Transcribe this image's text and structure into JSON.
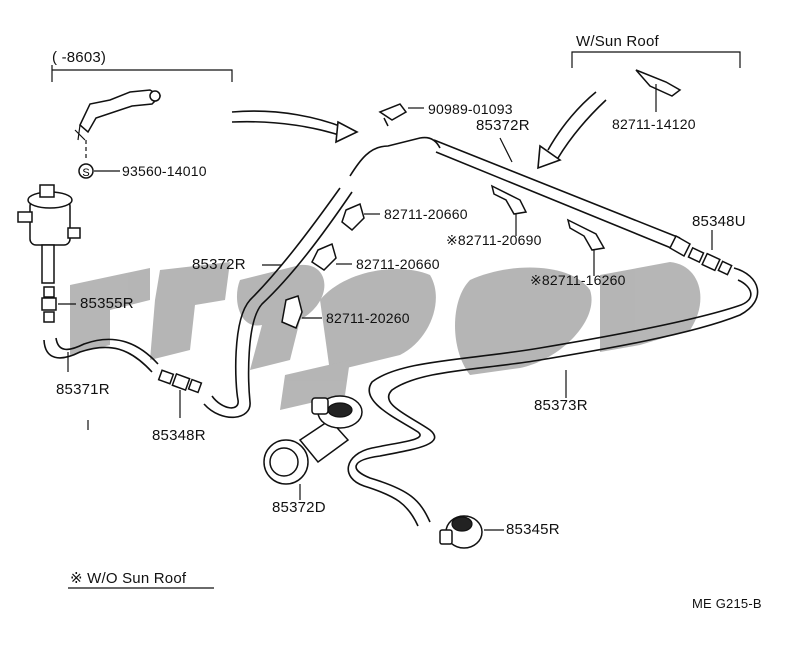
{
  "diagram": {
    "header_left": "(       -8603)",
    "header_right": "W/Sun Roof",
    "footer_note": "※ W/O Sun Roof",
    "figure_code": "ME G215-B",
    "watermark_color": "#a9a9a9",
    "parts": [
      {
        "id": "p_90989",
        "text": "90989-01093"
      },
      {
        "id": "p_85372R_top",
        "text": "85372R"
      },
      {
        "id": "p_82711_14120",
        "text": "82711-14120"
      },
      {
        "id": "p_93560",
        "text": "93560-14010"
      },
      {
        "id": "p_82711_20660_a",
        "text": "82711-20660"
      },
      {
        "id": "p_82711_20690",
        "text": "※82711-20690"
      },
      {
        "id": "p_85348U",
        "text": "85348U"
      },
      {
        "id": "p_85372R_mid",
        "text": "85372R"
      },
      {
        "id": "p_82711_20660_b",
        "text": "82711-20660"
      },
      {
        "id": "p_82711_16260",
        "text": "※82711-16260"
      },
      {
        "id": "p_85355R",
        "text": "85355R"
      },
      {
        "id": "p_82711_20260",
        "text": "82711-20260"
      },
      {
        "id": "p_85371R",
        "text": "85371R"
      },
      {
        "id": "p_85373R",
        "text": "85373R"
      },
      {
        "id": "p_85348R",
        "text": "85348R"
      },
      {
        "id": "p_85372D",
        "text": "85372D"
      },
      {
        "id": "p_85345R",
        "text": "85345R"
      }
    ],
    "s_mark": "S"
  }
}
